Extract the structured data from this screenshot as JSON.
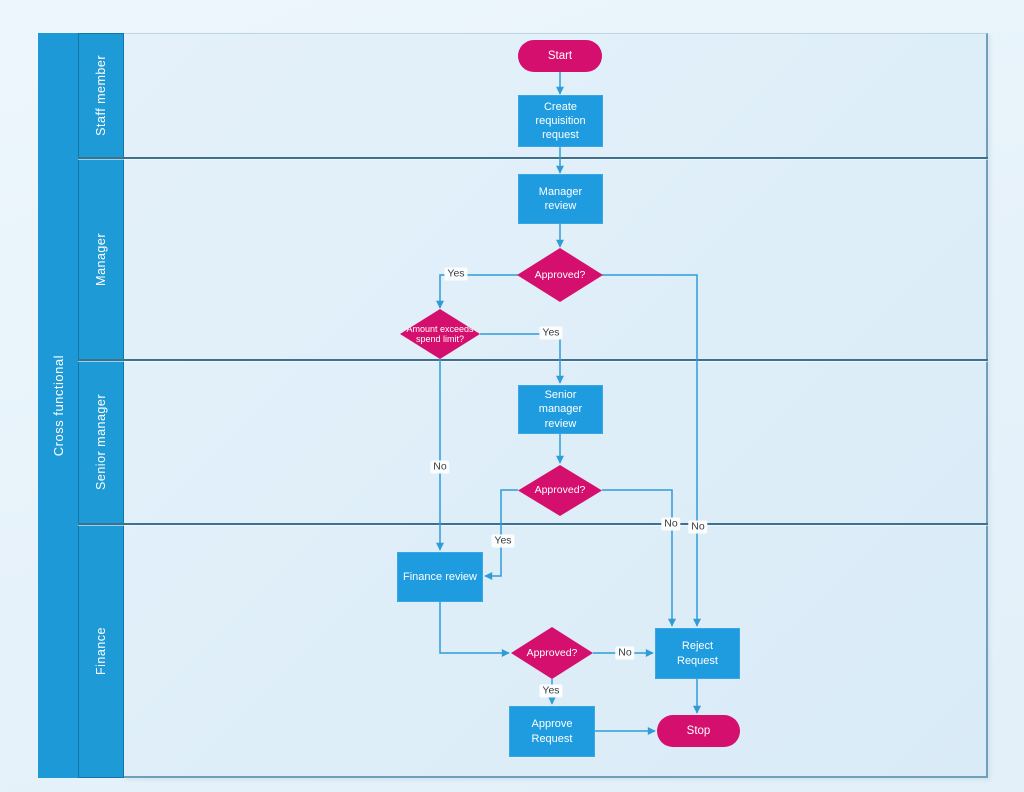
{
  "diagram": {
    "title": "Cross functional",
    "type": "cross-functional-flowchart",
    "lanes": [
      {
        "label": "Staff member"
      },
      {
        "label": "Manager"
      },
      {
        "label": "Senior manager"
      },
      {
        "label": "Finance"
      }
    ],
    "nodes": {
      "start": "Start",
      "create_requisition": "Create requisition request",
      "manager_review": "Manager review",
      "approved_manager": "Approved?",
      "amount_exceeds": "Amount exceeds spend limit?",
      "senior_review": "Senior manager review",
      "approved_senior": "Approved?",
      "finance_review": "Finance review",
      "approved_finance": "Approved?",
      "reject_request": "Reject Request",
      "approve_request": "Approve Request",
      "stop": "Stop"
    },
    "edge_labels": {
      "manager_yes": "Yes",
      "manager_no": "No",
      "amount_yes": "Yes",
      "amount_no": "No",
      "senior_yes": "Yes",
      "senior_no": "No",
      "finance_yes": "Yes",
      "finance_no": "No"
    },
    "colors": {
      "shape_blue": "#1E9CDF",
      "shape_pink": "#D50F6E",
      "lane_header_blue": "#1E9AD6",
      "lane_header_border": "#1176A9",
      "connector_blue": "#2F9CD8",
      "lane_divider": "#3D7190",
      "canvas_bg": "#E0EFF9",
      "label_text": "#3D3D3D"
    }
  }
}
